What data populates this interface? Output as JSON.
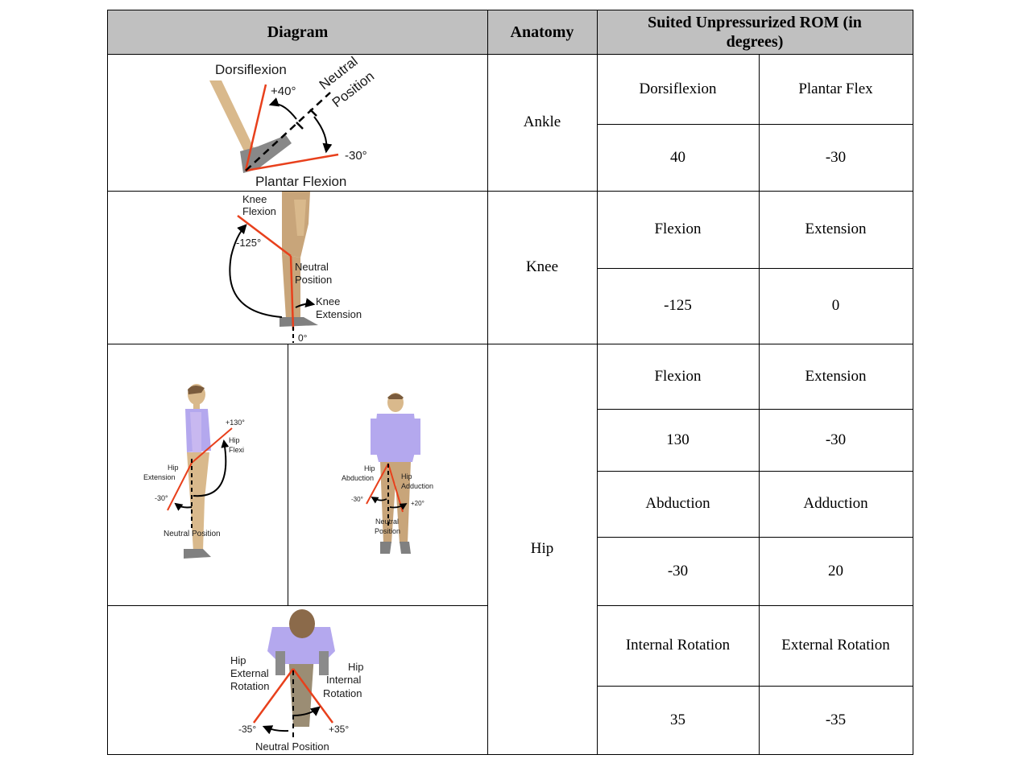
{
  "header": {
    "diagram": "Diagram",
    "anatomy": "Anatomy",
    "rom": "Suited Unpressurized ROM (in degrees)"
  },
  "rows": [
    {
      "anatomy": "Ankle",
      "measures": [
        {
          "label": "Dorsiflexion",
          "value": "40"
        },
        {
          "label": "Plantar Flex",
          "value": "-30"
        }
      ],
      "figure": {
        "labels": {
          "dorsiflexion": "Dorsiflexion",
          "plus40": "+40°",
          "neutral1": "Neutral",
          "neutral2": "Position",
          "minus30": "-30°",
          "plantar": "Plantar Flexion"
        }
      }
    },
    {
      "anatomy": "Knee",
      "measures": [
        {
          "label": "Flexion",
          "value": "-125"
        },
        {
          "label": "Extension",
          "value": "0"
        }
      ],
      "figure": {
        "labels": {
          "knee_flexion1": "Knee",
          "knee_flexion2": "Flexion",
          "minus125": "-125°",
          "neutral1": "Neutral",
          "neutral2": "Position",
          "knee_ext1": "Knee",
          "knee_ext2": "Extension",
          "zero": "0°"
        }
      }
    },
    {
      "anatomy": "Hip",
      "measures": [
        {
          "label": "Flexion",
          "value": "130"
        },
        {
          "label": "Extension",
          "value": "-30"
        },
        {
          "label": "Abduction",
          "value": "-30"
        },
        {
          "label": "Adduction",
          "value": "20"
        },
        {
          "label": "Internal Rotation",
          "value": "35"
        },
        {
          "label": "External Rotation",
          "value": "-35"
        }
      ],
      "figure_side": {
        "labels": {
          "plus130": "+130°",
          "hip_flex1": "Hip",
          "hip_flex2": "Flexi",
          "hip_ext1": "Hip",
          "hip_ext2": "Extension",
          "minus30": "-30°",
          "neutral": "Neutral Position"
        }
      },
      "figure_front": {
        "labels": {
          "hip_abd1": "Hip",
          "hip_abd2": "Abduction",
          "hip_add1": "Hip",
          "hip_add2": "Adduction",
          "minus30": "-30°",
          "plus20": "+20°",
          "neutral1": "Neutral",
          "neutral2": "Position"
        }
      },
      "figure_top": {
        "labels": {
          "ext1": "Hip",
          "ext2": "External",
          "ext3": "Rotation",
          "int1": "Hip",
          "int2": "Internal",
          "int3": "Rotation",
          "minus35": "-35°",
          "plus35": "+35°",
          "neutral": "Neutral Position"
        }
      }
    }
  ],
  "colors": {
    "header_bg": "#c0c0c0",
    "limb_line": "#e8401c",
    "skin": "#d9b98c",
    "shirt": "#b4a8ee",
    "pants": "#c8a57a",
    "shoe": "#808080"
  }
}
